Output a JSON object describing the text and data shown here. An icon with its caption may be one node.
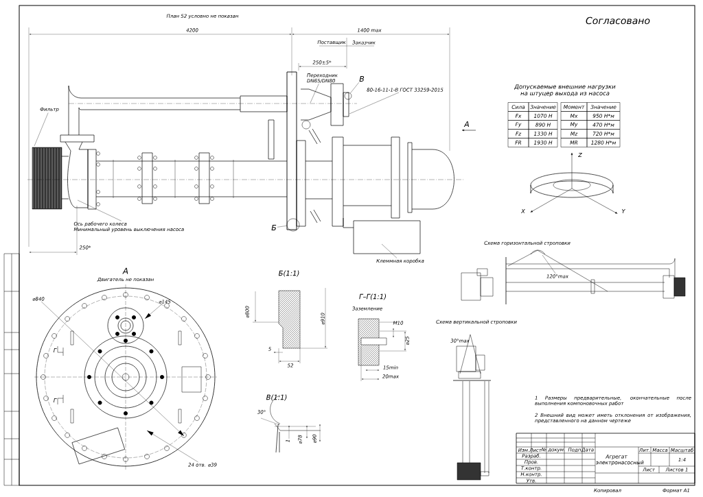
{
  "diagram": {
    "nodes": [
      {
        "text": [
          "Фильтр"
        ]
      },
      {
        "text": [
          "Ось рабочего колеса",
          "Минимальный уровень выключения насоса"
        ]
      },
      {
        "text": [
          "Переходник DN65/DN80"
        ]
      },
      {
        "text": [
          "80-16-11-1-В ГОСТ 33259-2015"
        ]
      },
      {
        "text": [
          "Клеммная коробка"
        ]
      },
      {
        "text": [
          "Б"
        ]
      },
      {
        "text": [
          "В"
        ]
      },
      {
        "text": [
          "24 отв. ⌀39"
        ]
      },
      {
        "text": [
          "120°max"
        ]
      },
      {
        "text": [
          "⌀145"
        ]
      },
      {
        "text": [
          "⌀840"
        ]
      },
      {
        "text": [],
        "shape": "circle"
      },
      {
        "text": [],
        "shape": "circle"
      }
    ],
    "edges": [
      {
        "from": 0,
        "to": null,
        "arrow": "none"
      },
      {
        "from": 1,
        "to": null,
        "arrow": "none"
      },
      {
        "from": 2,
        "to": null,
        "arrow": "none"
      },
      {
        "from": 3,
        "to": null,
        "arrow": "none"
      },
      {
        "from": 4,
        "to": null,
        "arrow": "none"
      },
      {
        "from": 5,
        "to": 11,
        "arrow": "none"
      },
      {
        "from": 6,
        "to": 12,
        "arrow": "none"
      },
      {
        "from": 7,
        "to": null,
        "arrow": "to"
      },
      {
        "from": 8,
        "to": null,
        "arrow": "none"
      },
      {
        "from": 9,
        "to": null,
        "arrow": "to"
      },
      {
        "from": 10,
        "to": null,
        "arrow": "to"
      }
    ],
    "labels": [
      "План 52 условно не показан",
      "4200",
      "1400 max",
      "Поставщик",
      "Заказчик",
      "250±5*",
      "250*",
      "А",
      "Согласовано",
      "Допускаемые внешние нагрузки на штуцер выхода из насоса",
      "Сила",
      "Значение",
      "Fx",
      "1070 Н",
      "Fy",
      "890 Н",
      "Fz",
      "1330 Н",
      "FR",
      "1930 Н",
      "Момент",
      "Значение",
      "Mx",
      "950 Н*м",
      "My",
      "470 Н*м",
      "Mz",
      "720 Н*м",
      "MR",
      "1280 Н*м",
      "Z",
      "X",
      "Y",
      "Схема горизонтальной строповки",
      "А",
      "Двигатель не показан",
      "Б(1:1)",
      "⌀800",
      "⌀910",
      "5",
      "52",
      "Г–Г(1:1)",
      "Заземление",
      "М10",
      "⌀25",
      "15min",
      "20max",
      "В(1:1)",
      "30°",
      "1",
      "⌀78",
      "⌀90",
      "Г",
      "Г",
      "Схема вертикальной строповки",
      "30°max",
      "1 Размеры предварительные, окончательные после выполнения компоновочных работ",
      "2 Внешний вид может иметь отклонения от изображения, представленного на данном чертеже",
      "Изм.",
      "Лист",
      "№ докум.",
      "Подп.",
      "Дата",
      "Разраб.",
      "Пров.",
      "Т.контр.",
      "Н.контр.",
      "Утв.",
      "Агрегат электронасосный",
      "Лит.",
      "Масса",
      "Масштаб",
      "1:4",
      "Лист",
      "Листов 1",
      "Копировал",
      "Формат А1"
    ]
  }
}
